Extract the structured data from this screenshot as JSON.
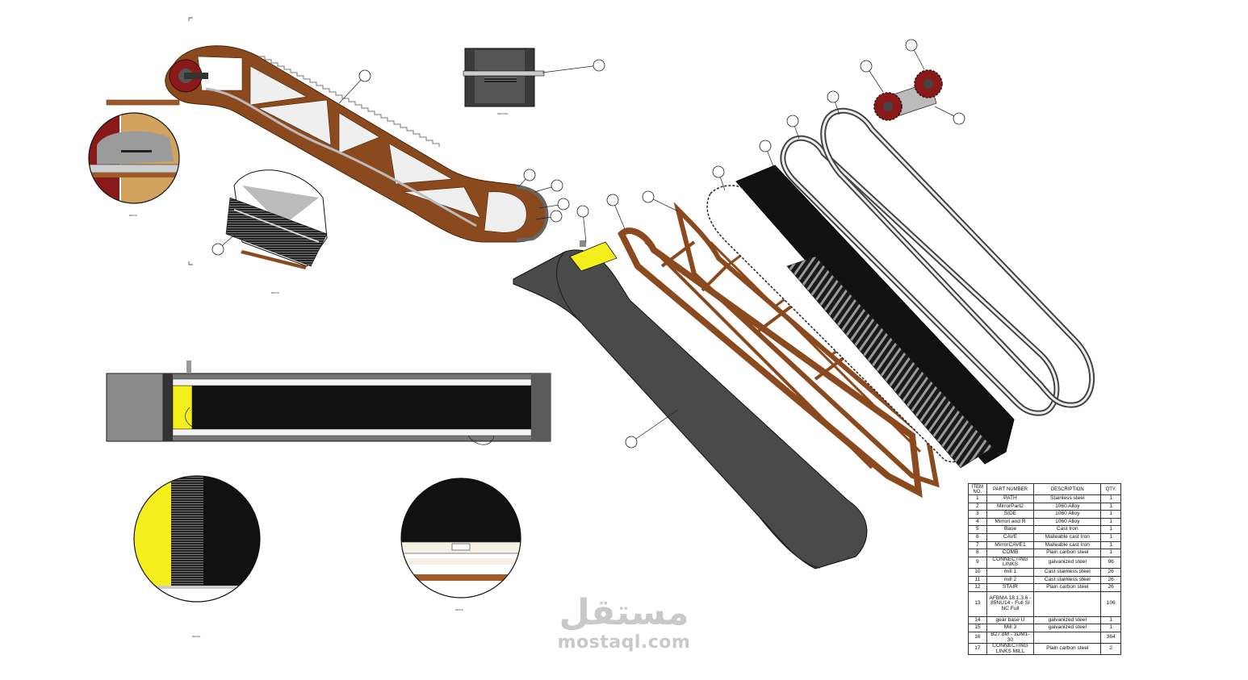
{
  "bom": {
    "headers": [
      "ITEM NO.",
      "PART NUMBER",
      "DESCRIPTION",
      "QTY."
    ],
    "rows": [
      {
        "no": "1",
        "part": "PATH",
        "desc": "Stainless steel",
        "qty": "1"
      },
      {
        "no": "2",
        "part": "MirrorPart2",
        "desc": "1060 Alloy",
        "qty": "1"
      },
      {
        "no": "3",
        "part": "SIDE",
        "desc": "1060 Alloy",
        "qty": "1"
      },
      {
        "no": "4",
        "part": "Mirrorl and R",
        "desc": "1060 Alloy",
        "qty": "1"
      },
      {
        "no": "5",
        "part": "Base",
        "desc": "Cast Iron",
        "qty": "1"
      },
      {
        "no": "6",
        "part": "CAVE",
        "desc": "Malleable cast Iron",
        "qty": "1"
      },
      {
        "no": "7",
        "part": "MirrorCAVE1",
        "desc": "Malleable cast Iron",
        "qty": "1"
      },
      {
        "no": "8",
        "part": "COMB",
        "desc": "Plain carbon steel",
        "qty": "1"
      },
      {
        "no": "9",
        "part": "CONNECTING LINKS",
        "desc": "galvanized steel",
        "qty": "96"
      },
      {
        "no": "10",
        "part": "mill 1",
        "desc": "Cast stainless steel",
        "qty": "26"
      },
      {
        "no": "11",
        "part": "mill 2",
        "desc": "Cast stainless steel",
        "qty": "26"
      },
      {
        "no": "12",
        "part": "STAIR",
        "desc": "Plain carbon steel",
        "qty": "26"
      },
      {
        "no": "13",
        "part": "AFBMA 18.1.3.6 - 85NU14 - Full SI NC Full",
        "desc": "",
        "qty": "106"
      },
      {
        "no": "14",
        "part": "gear base U",
        "desc": "galvanized steel",
        "qty": "1"
      },
      {
        "no": "15",
        "part": "Mill 3",
        "desc": "galvanized steel",
        "qty": "1"
      },
      {
        "no": "16",
        "part": "B27.8M - 3DM1-30",
        "desc": "",
        "qty": "364"
      },
      {
        "no": "17",
        "part": "CONNECTING LINKS MILL",
        "desc": "Plain carbon steel",
        "qty": "2"
      }
    ]
  },
  "watermark": {
    "arabic": "مستقل",
    "latin": "mostaql.com"
  },
  "colors": {
    "frame": "#8b4a1e",
    "frame_dark": "#5e2f10",
    "yellow": "#f4ee1c",
    "belt": "#111111",
    "base": "#4a4a4a",
    "red": "#8a1a1a"
  }
}
